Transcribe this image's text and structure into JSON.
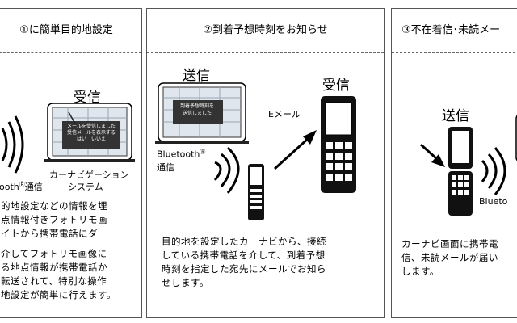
{
  "panels": [
    {
      "title": "①に簡単目的地設定",
      "labels": {
        "receive": "受信",
        "bluetooth": "ooth",
        "bluetooth_sup": "Ⓡ",
        "comm": "通信",
        "navi1": "カーナビゲーション",
        "navi2": "システム"
      },
      "screen_lines": [
        "メールを受信しました",
        "受信メールを表示する",
        "はい　いいえ"
      ],
      "body_lines": [
        "的地設定などの情報を埋",
        "点情報付きフォトリモ画",
        "イトから携帯電話にダ",
        "",
        "介してフォトリモ画像に",
        "る地点情報が携帯電話か",
        "転送されて、特別な操作",
        "地設定が簡単に行えます。"
      ]
    },
    {
      "title": "②到着予想時刻をお知らせ",
      "labels": {
        "send": "送信",
        "receive": "受信",
        "email": "Eメール",
        "bluetooth": "Bluetooth",
        "bluetooth_sup": "Ⓡ",
        "comm": "通信"
      },
      "screen_lines": [
        "到着予想時刻を",
        "送信しました"
      ],
      "body_lines": [
        "目的地を設定したカーナビから、接続",
        "している携帯電話を介して、到着予想",
        "時刻を指定した宛先にメールでお知ら",
        "せします。"
      ]
    },
    {
      "title": "③不在着信･未読メー",
      "labels": {
        "send": "送信",
        "bluetooth": "Blueto"
      },
      "body_lines": [
        "カーナビ画面に携帯電",
        "信、未読メールが届い",
        "します。"
      ]
    }
  ]
}
